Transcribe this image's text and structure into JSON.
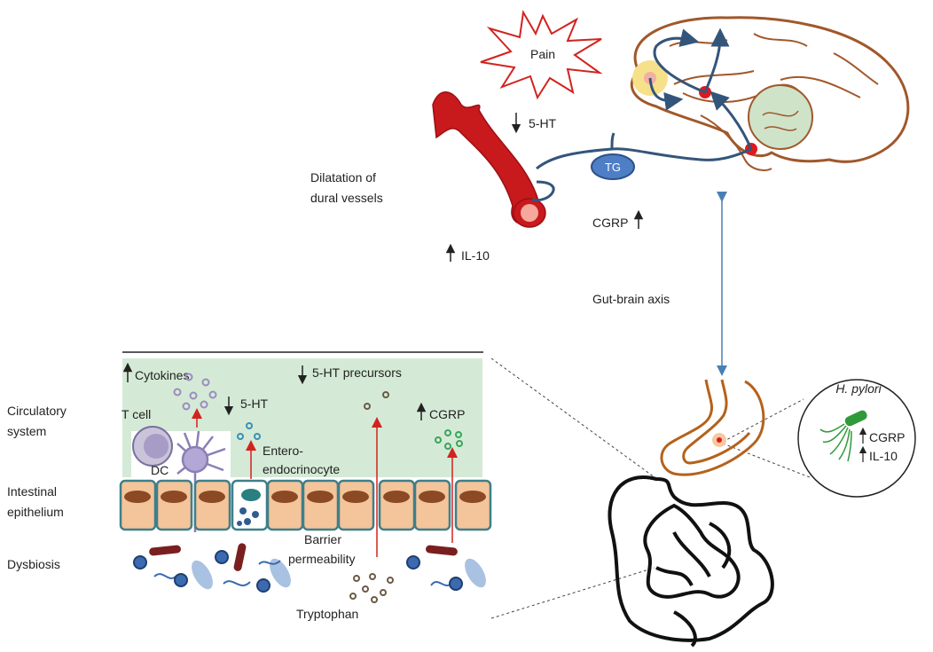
{
  "brain_section": {
    "pain": "Pain",
    "serotonin_down": "5-HT",
    "dilatation_line1": "Dilatation of",
    "dilatation_line2": "dural vessels",
    "tg": "TG",
    "cgrp_up": "CGRP",
    "il10_up": "IL-10"
  },
  "axis_label": "Gut-brain axis",
  "panel": {
    "cytokines": "Cytokines",
    "ht_precursors": "5-HT precursors",
    "ht": "5-HT",
    "t_cell": "T cell",
    "dc": "DC",
    "cgrp": "CGRP",
    "entero_line1": "Entero-",
    "entero_line2": "endocrinocyte",
    "barrier_line1": "Barrier",
    "barrier_line2": "permeability",
    "tryptophan": "Tryptophan"
  },
  "row_labels": {
    "circulatory_line1": "Circulatory",
    "circulatory_line2": "system",
    "intestinal_line1": "Intestinal",
    "intestinal_line2": "epithelium",
    "dysbiosis": "Dysbiosis"
  },
  "hpylori": {
    "title": "H. pylori",
    "cgrp": "CGRP",
    "il10": "IL-10"
  },
  "colors": {
    "circulatory_bg": "#d4ead6",
    "cell_fill": "#f4c49a",
    "cell_border": "#3f7f8a",
    "nucleus": "#8b4a23",
    "vessel": "#c8191d",
    "nerve": "#34557a",
    "brain_outline": "#a0582a",
    "red_arrow": "#d2231f",
    "blue_arrow": "#4a7fb5",
    "bacteria_green": "#2f9a3a"
  }
}
